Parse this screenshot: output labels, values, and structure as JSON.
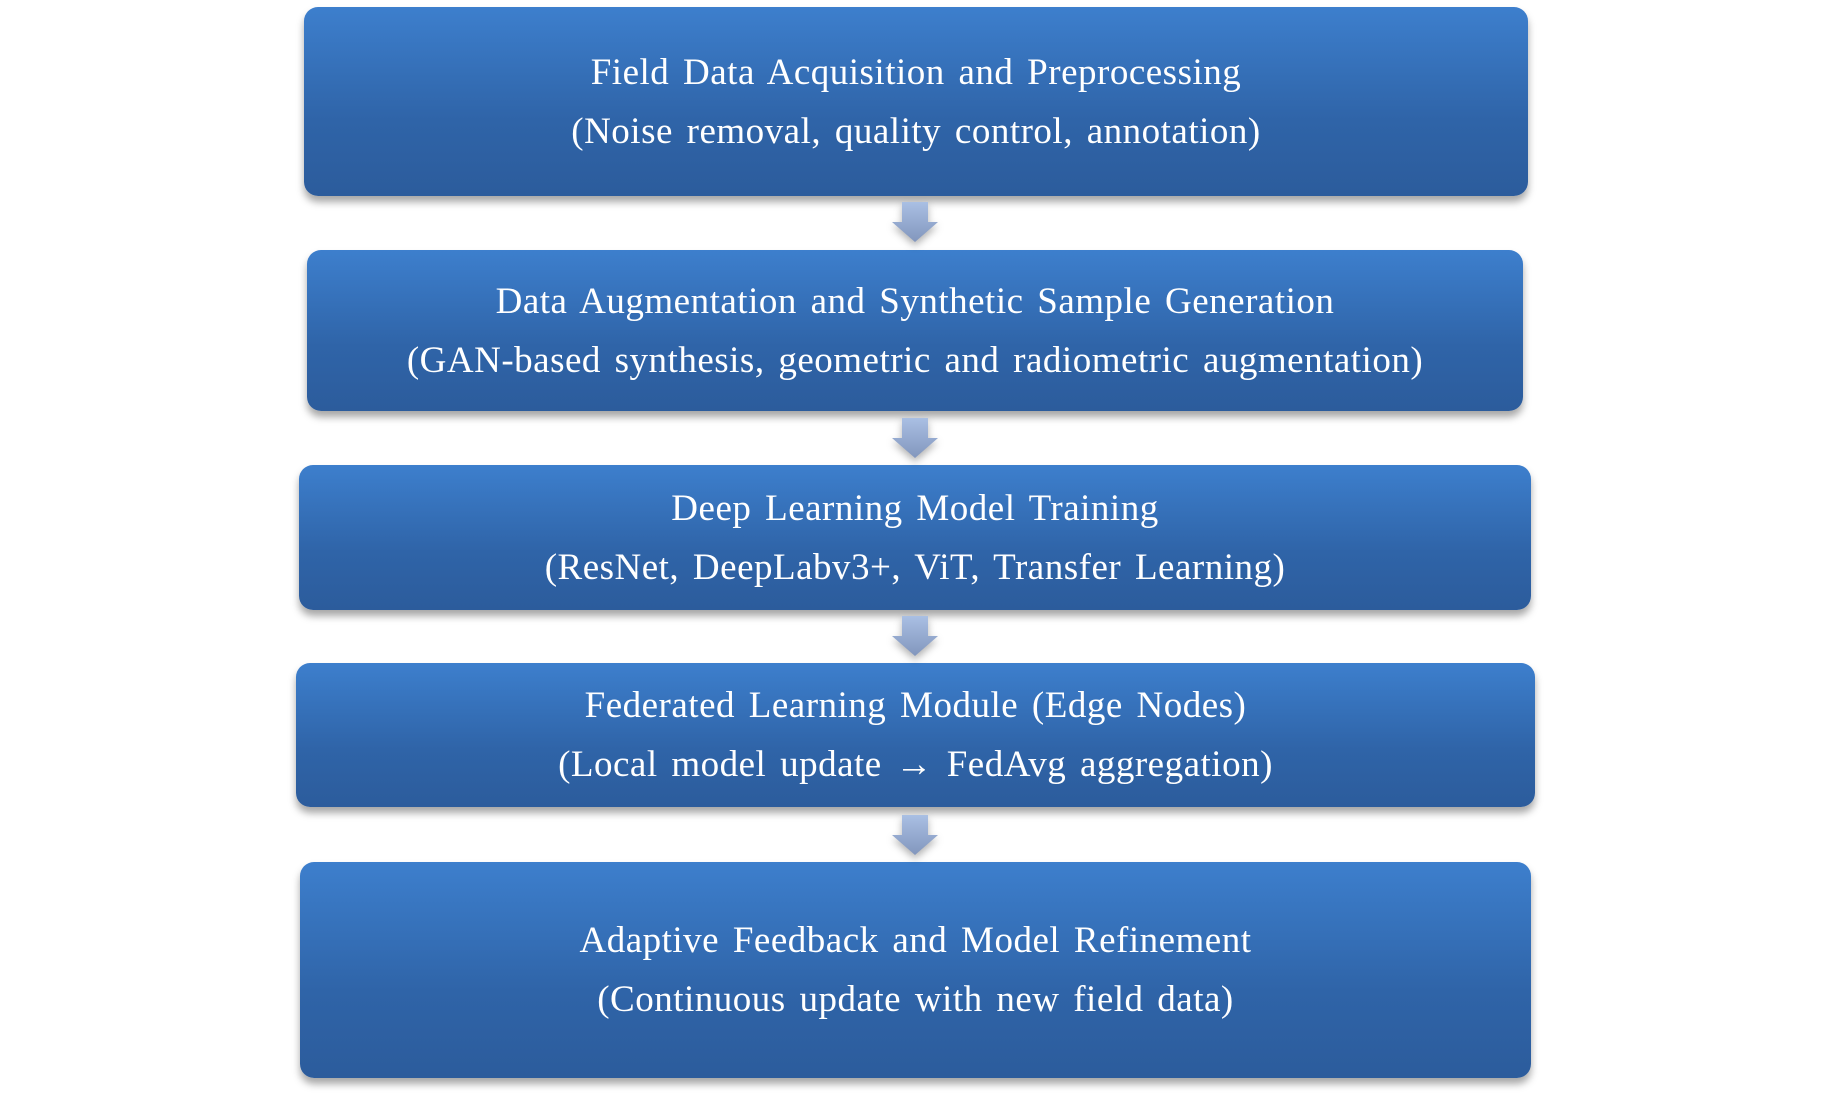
{
  "steps": [
    {
      "title": "Field Data Acquisition and Preprocessing",
      "subtitle": "(Noise removal, quality control, annotation)"
    },
    {
      "title": "Data Augmentation and Synthetic Sample Generation",
      "subtitle": "(GAN-based synthesis, geometric and radiometric augmentation)"
    },
    {
      "title": "Deep Learning Model Training",
      "subtitle": "(ResNet, DeepLabv3+, ViT, Transfer Learning)"
    },
    {
      "title": "Federated Learning Module (Edge Nodes)",
      "subtitle": "(Local model update → FedAvg aggregation)"
    },
    {
      "title": "Adaptive Feedback and Model Refinement",
      "subtitle": "(Continuous update with new field data)"
    }
  ],
  "colors": {
    "box_top": "#3d7fcd",
    "box_bottom": "#2c5c9c",
    "arrow": "#93a8cf"
  }
}
